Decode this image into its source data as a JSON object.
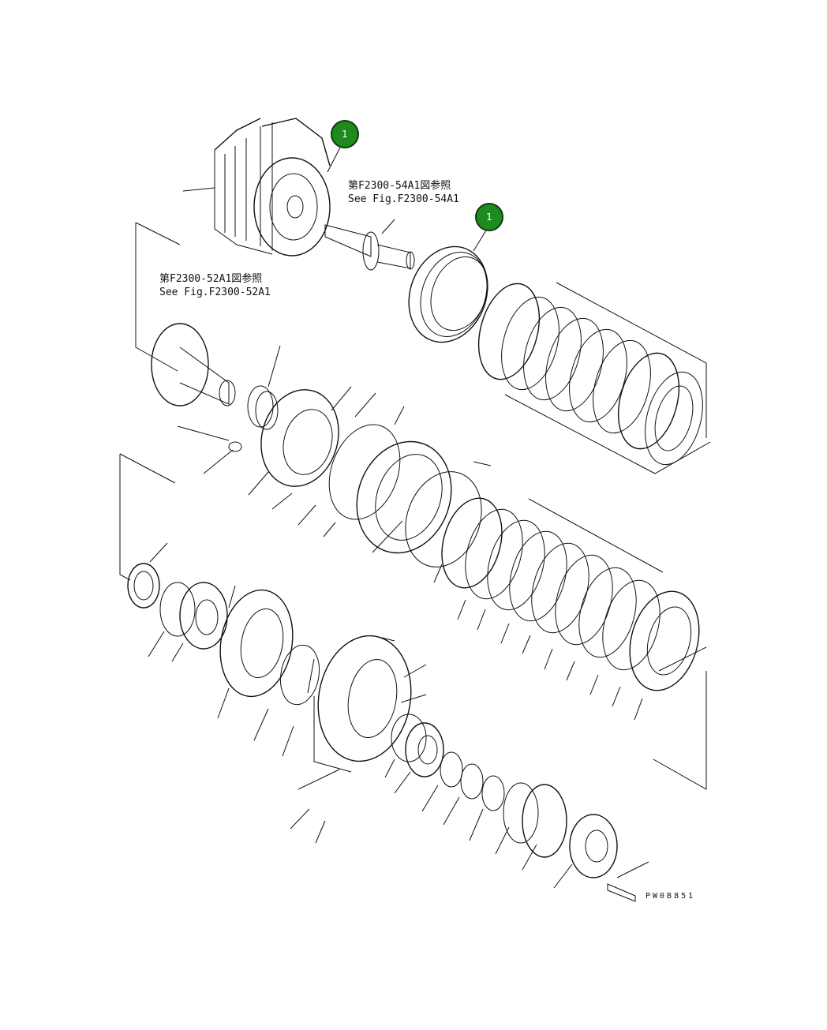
{
  "callouts": [
    {
      "label": "1"
    },
    {
      "label": "1"
    }
  ],
  "references": [
    {
      "jp": "第F2300-54A1図参照",
      "en": "See Fig.F2300-54A1"
    },
    {
      "jp": "第F2300-52A1図参照",
      "en": "See Fig.F2300-52A1"
    }
  ],
  "drawing_id": "PW0B851",
  "colors": {
    "callout_fill": "#1f8a1f",
    "line": "#111111"
  }
}
